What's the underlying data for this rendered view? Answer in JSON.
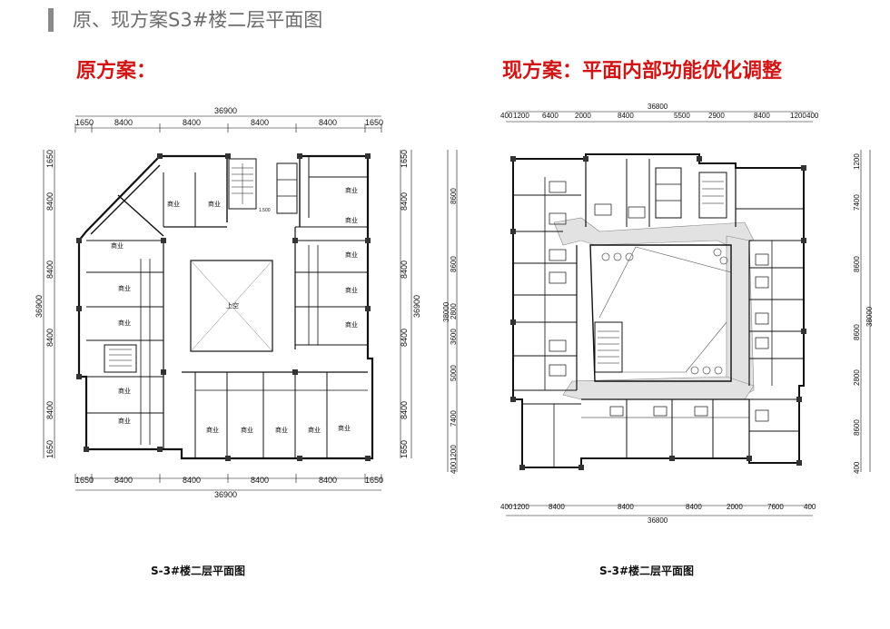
{
  "slide": {
    "title": "原、现方案S3#楼二层平面图"
  },
  "original": {
    "heading": "原方案：",
    "caption": "S-3#楼二层平面图",
    "dim_total": "36900",
    "dim_top": [
      "1650",
      "8400",
      "8400",
      "8400",
      "8400",
      "1650"
    ],
    "dim_bottom": [
      "1650",
      "8400",
      "8400",
      "8400",
      "8400",
      "1650"
    ],
    "dim_left": [
      "1650",
      "8400",
      "8400",
      "8400",
      "8400",
      "1650"
    ],
    "dim_right": [
      "1650",
      "8400",
      "8400",
      "8400",
      "8400",
      "1650"
    ],
    "room_label": "商业",
    "void_label": "上空",
    "small_label": "1.500"
  },
  "revised": {
    "heading": "现方案：平面内部功能优化调整",
    "caption": "S-3#楼二层平面图",
    "dim_total": "36800",
    "dim_top": [
      "400",
      "1200",
      "6400",
      "2000",
      "8400",
      "5500",
      "2900",
      "8400",
      "1200",
      "400"
    ],
    "dim_bottom": [
      "400",
      "1200",
      "8400",
      "8400",
      "8400",
      "2000",
      "7600",
      "400"
    ],
    "dim_left_total": "38000",
    "dim_left": [
      "8600",
      "8600",
      "2800",
      "3600",
      "5000",
      "7400",
      "1200",
      "400"
    ],
    "dim_right_total": "38000",
    "dim_right": [
      "1200",
      "7400",
      "8600",
      "8600",
      "2800",
      "8600",
      "400"
    ]
  }
}
